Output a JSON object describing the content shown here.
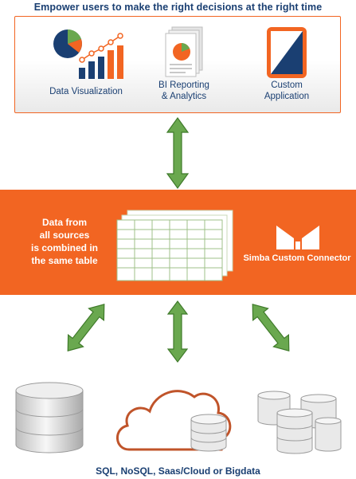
{
  "headline": "Empower users to make the right decisions at the right time",
  "apps": [
    {
      "lines": [
        "Data Visualization"
      ]
    },
    {
      "lines": [
        "BI Reporting",
        "& Analytics"
      ]
    },
    {
      "lines": [
        "Custom",
        "Application"
      ]
    }
  ],
  "band": {
    "lines": [
      "Data from",
      "all sources",
      "is combined in",
      "the same table"
    ],
    "connector": "Simba Custom Connector"
  },
  "footer": "SQL, NoSQL, Saas/Cloud or Bigdata",
  "colors": {
    "orange": "#f26522",
    "navy": "#1a3f72",
    "green": "#6aa84f",
    "green_dark": "#3f7a2a"
  },
  "icons": [
    "pie-bar-chart-icon",
    "report-document-icon",
    "tablet-app-icon",
    "simba-logo-icon",
    "spreadsheet-table-icon",
    "database-icon",
    "cloud-database-icon",
    "database-cluster-icon"
  ]
}
